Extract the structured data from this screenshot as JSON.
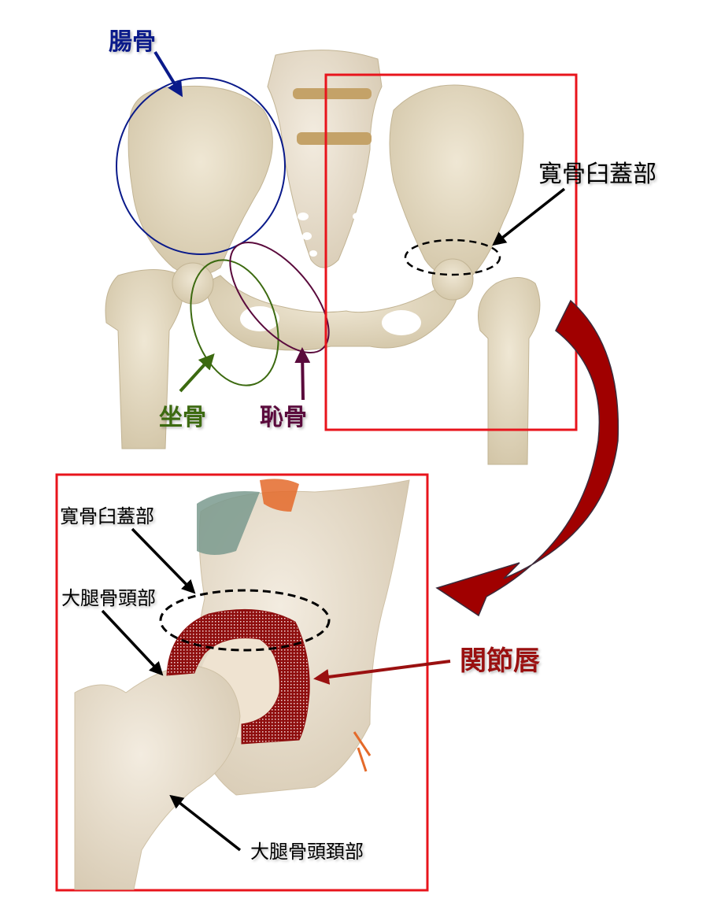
{
  "diagram": {
    "title": "Pelvis and hip joint anatomy",
    "colors": {
      "bone": "#e6dcc6",
      "bone_shadow": "#cbbd9f",
      "highlight_box": "#e8141c",
      "ilium": "#0a1a8a",
      "ischium": "#3c6a10",
      "pubis": "#5a0a3c",
      "labrum": "#9a1010",
      "curved_arrow": "#a00000",
      "annotation": "#000000"
    },
    "labels": {
      "ilium": "腸骨",
      "ischium": "坐骨",
      "pubis": "恥骨",
      "acetabular_roof_top": "寛骨臼蓋部",
      "acetabular_roof_inset": "寛骨臼蓋部",
      "femoral_head": "大腿骨頭部",
      "femoral_neck": "大腿骨頭頚部",
      "labrum": "関節唇"
    },
    "top_panel": {
      "description": "Frontal view of pelvis with ilium, ischium, pubis circled; right hip enclosed in red box"
    },
    "inset_panel": {
      "description": "Enlarged hip joint showing acetabular roof (dashed ellipse), femoral head, femoral neck, and hatched acetabular labrum"
    }
  }
}
